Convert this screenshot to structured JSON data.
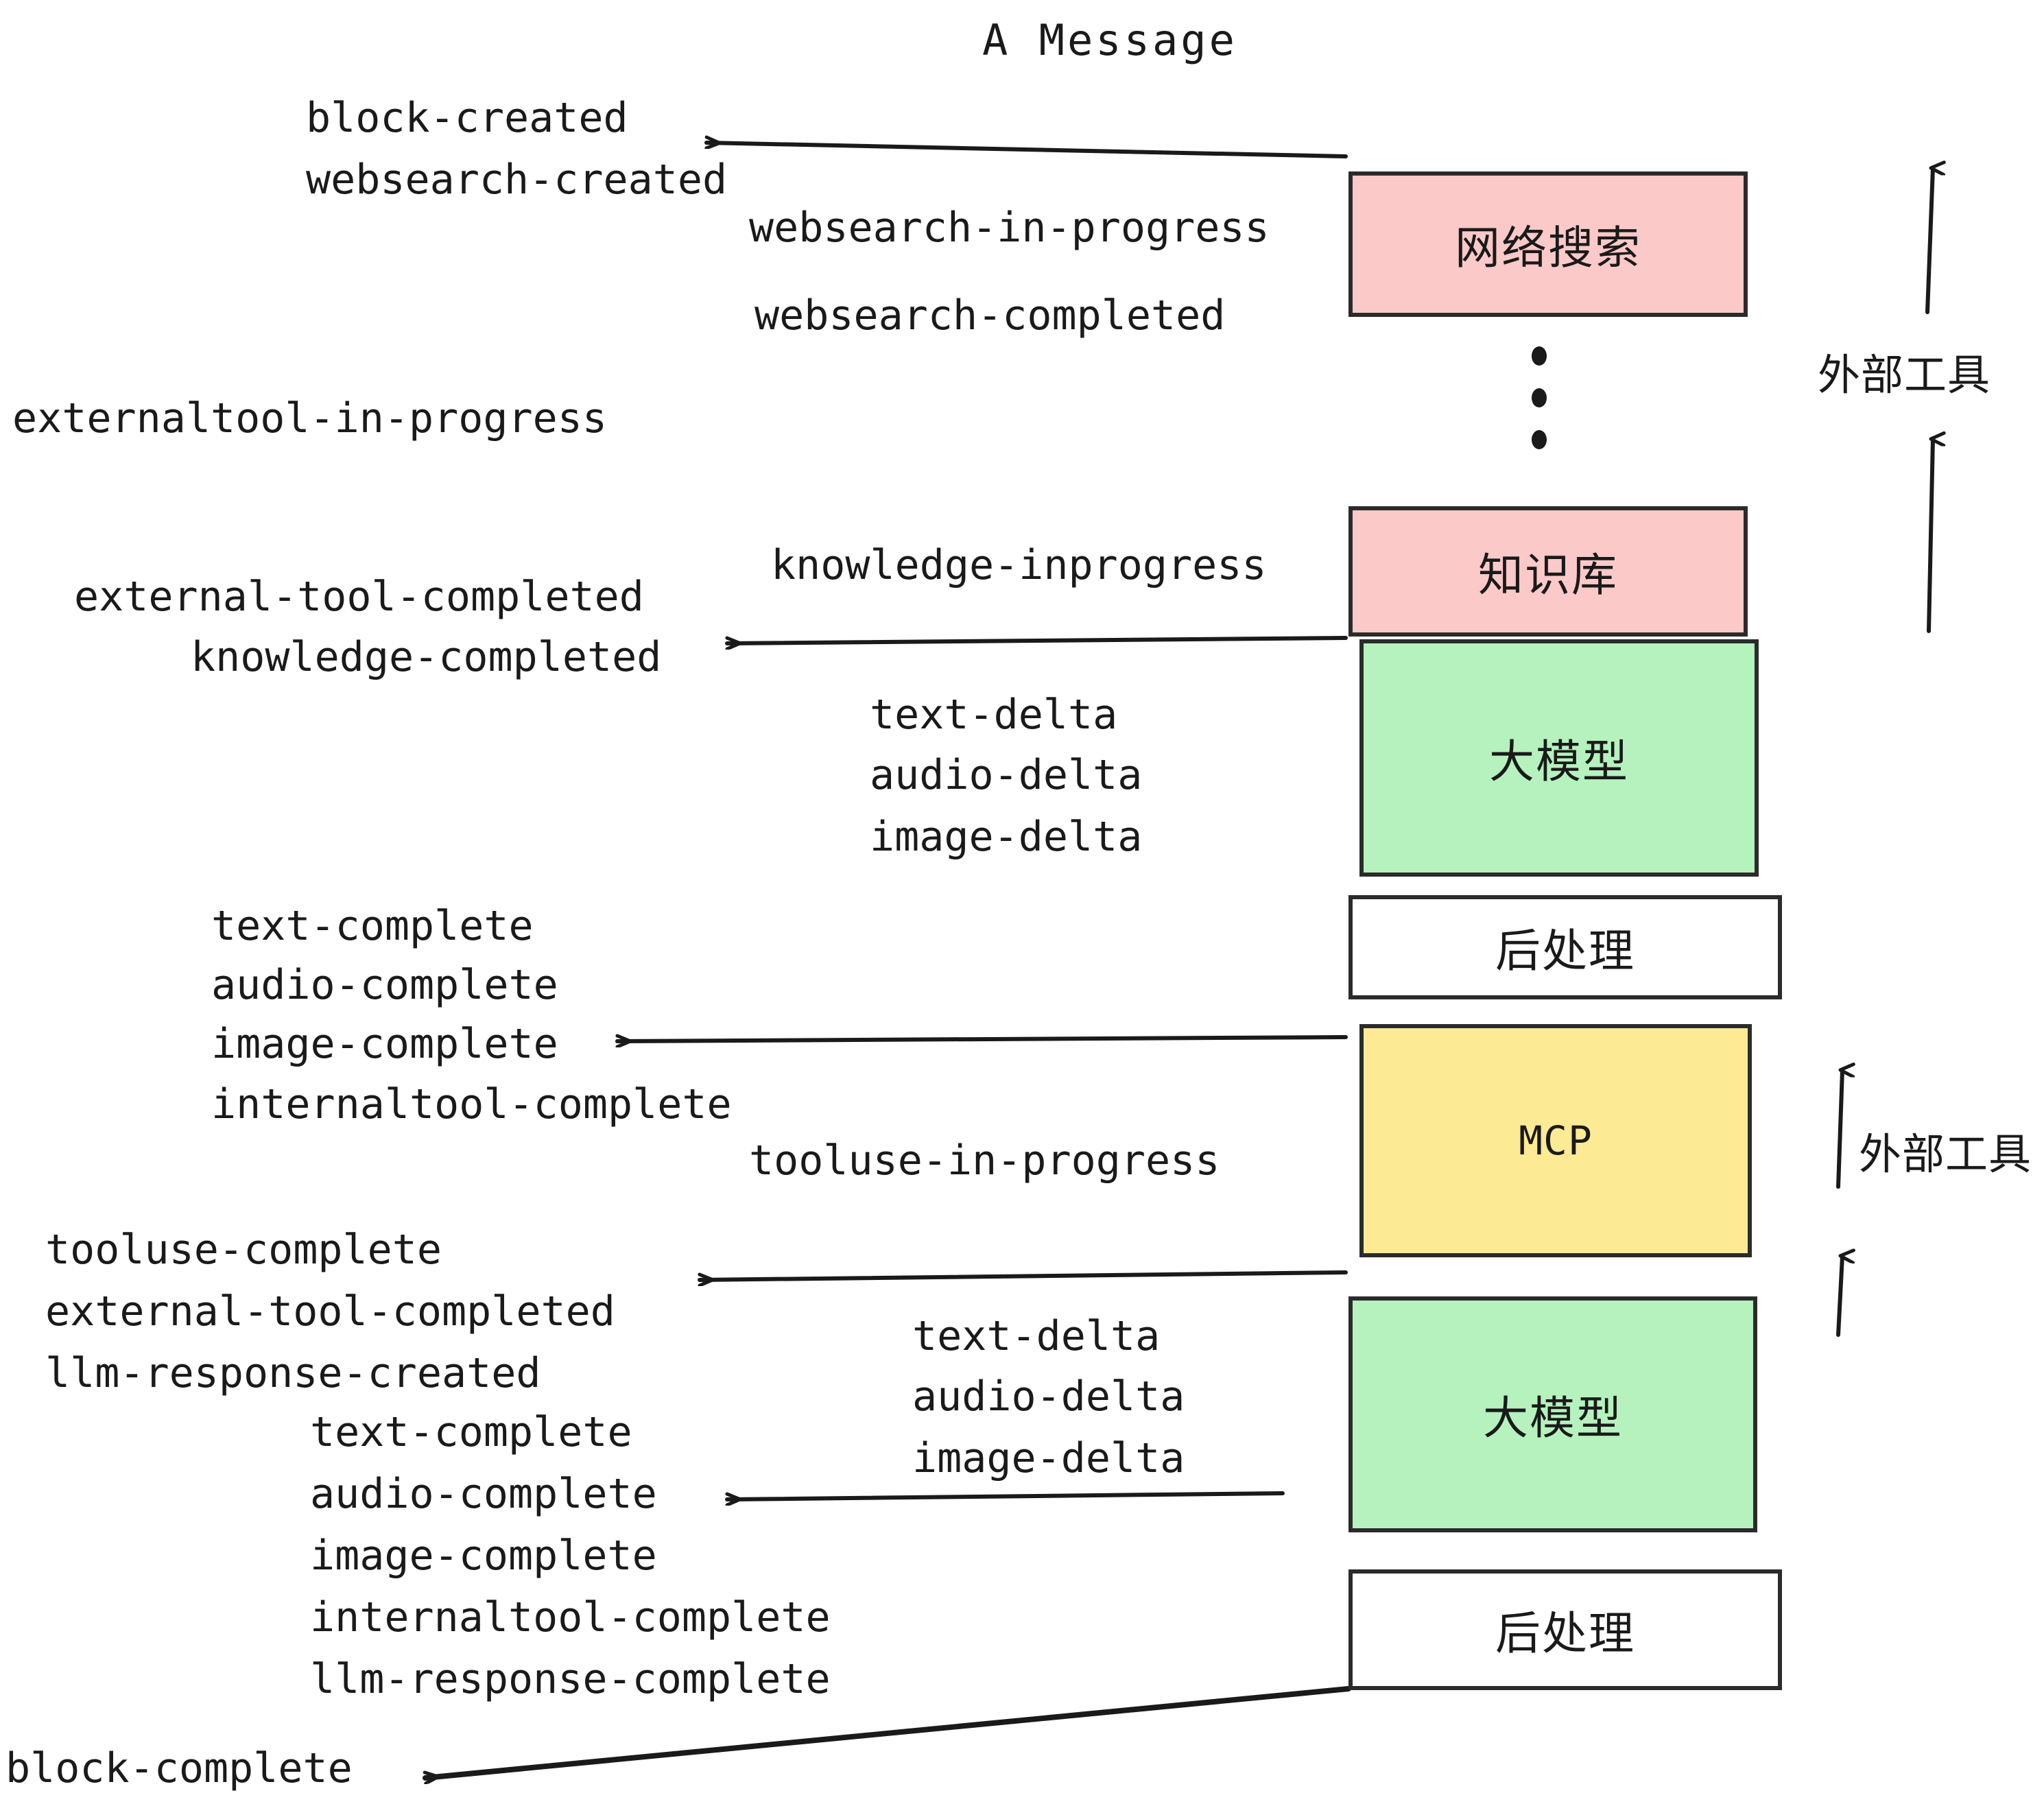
{
  "title": "A Message",
  "colors": {
    "pink": "#FCC9C9",
    "green": "#B5F2BD",
    "yellow": "#FCEA94",
    "white": "#FFFFFF",
    "stroke": "#2B2B2B",
    "text": "#1A1A1A"
  },
  "boxes": [
    {
      "id": "websearch",
      "label": "网络搜索",
      "fill": "#FCC9C9"
    },
    {
      "id": "knowledge",
      "label": "知识库",
      "fill": "#FCC9C9"
    },
    {
      "id": "llm-top",
      "label": "大模型",
      "fill": "#B5F2BD"
    },
    {
      "id": "postproc-top",
      "label": "后处理",
      "fill": "#FFFFFF"
    },
    {
      "id": "mcp",
      "label": "MCP",
      "fill": "#FCEA94"
    },
    {
      "id": "llm-bottom",
      "label": "大模型",
      "fill": "#B5F2BD"
    },
    {
      "id": "postproc-bottom",
      "label": "后处理",
      "fill": "#FFFFFF"
    }
  ],
  "side_labels": [
    {
      "id": "external-tool-top",
      "label": "外部工具"
    },
    {
      "id": "external-tool-bottom",
      "label": "外部工具"
    }
  ],
  "events": {
    "block_created": "block-created",
    "websearch_created": "websearch-created",
    "websearch_in_progress": "websearch-in-progress",
    "websearch_completed": "websearch-completed",
    "externaltool_in_progress": "externaltool-in-progress",
    "knowledge_inprogress": "knowledge-inprogress",
    "external_tool_completed_1": "external-tool-completed",
    "knowledge_completed": "knowledge-completed",
    "text_delta_1": "text-delta",
    "audio_delta_1": "audio-delta",
    "image_delta_1": "image-delta",
    "text_complete_1": "text-complete",
    "audio_complete_1": "audio-complete",
    "image_complete_1": "image-complete",
    "internaltool_complete_1": "internaltool-complete",
    "tooluse_in_progress": "tooluse-in-progress",
    "tooluse_complete": "tooluse-complete",
    "external_tool_completed_2": "external-tool-completed",
    "llm_response_created": "llm-response-created",
    "text_delta_2": "text-delta",
    "audio_delta_2": "audio-delta",
    "image_delta_2": "image-delta",
    "text_complete_2": "text-complete",
    "audio_complete_2": "audio-complete",
    "image_complete_2": "image-complete",
    "internaltool_complete_2": "internaltool-complete",
    "llm_response_complete": "llm-response-complete",
    "block_complete": "block-complete"
  }
}
